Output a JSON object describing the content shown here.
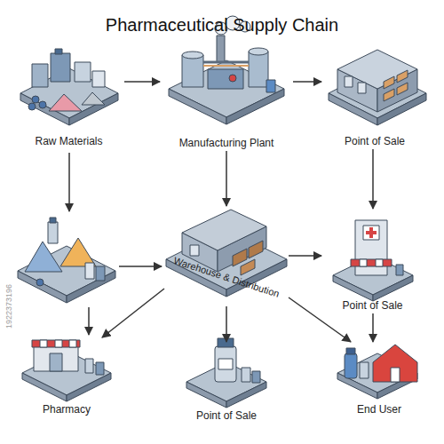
{
  "diagram": {
    "title": "Pharmaceutical Supply Chain",
    "nodes": [
      {
        "text": [
          "Raw Materials"
        ]
      },
      {
        "text": [
          "Manufacturing Plant"
        ]
      },
      {
        "text": [
          "Point of Sale"
        ]
      },
      {
        "text": [
          "Warehouse & Distribution"
        ]
      },
      {
        "text": [
          "Point of Sale"
        ]
      },
      {
        "text": [
          "Pharmacy"
        ]
      },
      {
        "text": [
          "Point of Sale"
        ]
      },
      {
        "text": [
          "End User"
        ]
      }
    ],
    "edges": [
      {
        "from": 0,
        "to": 1,
        "arrow": "to"
      },
      {
        "from": 1,
        "to": 2,
        "arrow": "to"
      },
      {
        "from": 1,
        "to": 3,
        "arrow": "to"
      },
      {
        "from": 2,
        "to": 4,
        "arrow": "to"
      },
      {
        "from": 3,
        "to": 4,
        "arrow": "to"
      },
      {
        "from": 3,
        "to": 5,
        "arrow": "to"
      },
      {
        "from": 3,
        "to": 6,
        "arrow": "to"
      },
      {
        "from": 3,
        "to": 7,
        "arrow": "to"
      },
      {
        "from": 4,
        "to": 7,
        "arrow": "to"
      }
    ],
    "labels": [
      "1922373196"
    ]
  }
}
